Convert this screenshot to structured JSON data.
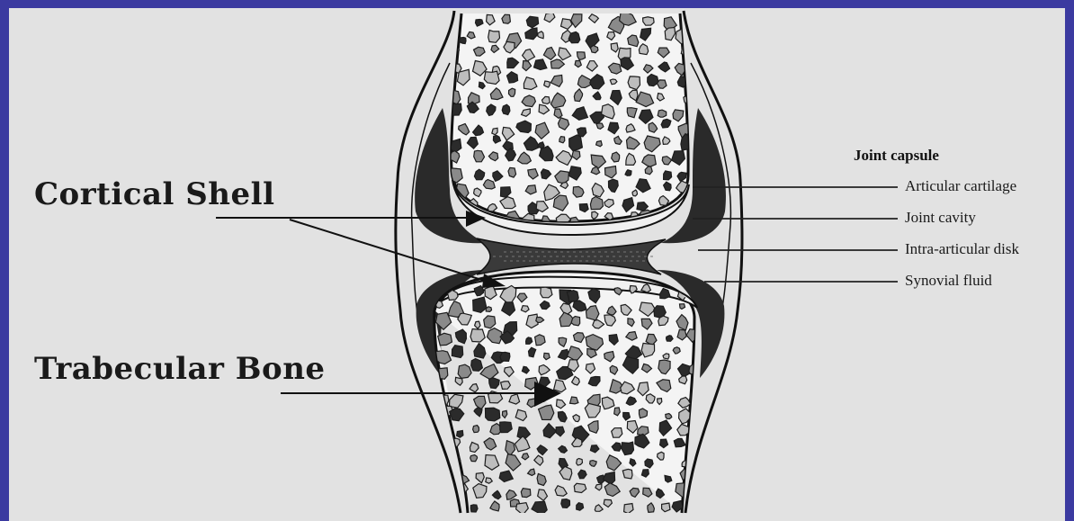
{
  "labels": {
    "cortical_shell": "Cortical Shell",
    "trabecular_bone": "Trabecular Bone",
    "joint_capsule": "Joint capsule",
    "articular_cartilage": "Articular cartilage",
    "joint_cavity": "Joint cavity",
    "intra_articular_disk": "Intra-articular disk",
    "synovial_fluid": "Synovial fluid"
  },
  "colors": {
    "frame": "#3b3aa0",
    "background": "#e2e2e2",
    "ink": "#1a1a1a",
    "cartilage_fill": "#2a2a2a"
  }
}
